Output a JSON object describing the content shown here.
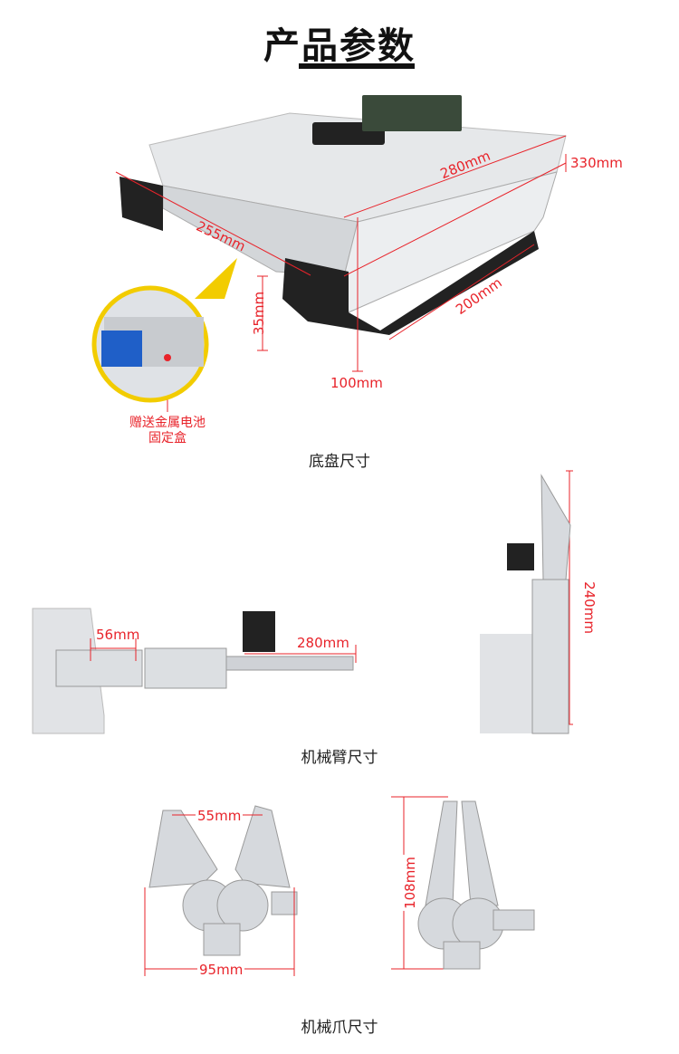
{
  "title": "产品参数",
  "chassis": {
    "dims": {
      "length_top": "280mm",
      "width": "330mm",
      "front": "255mm",
      "track": "200mm",
      "clearance": "35mm",
      "height": "100mm"
    },
    "callout_line1": "赠送金属电池",
    "callout_line2": "固定盒",
    "caption": "底盘尺寸"
  },
  "arm": {
    "dims": {
      "joint": "56mm",
      "length": "280mm",
      "height": "240mm"
    },
    "caption": "机械臂尺寸"
  },
  "claw": {
    "dims": {
      "opening": "55mm",
      "width": "95mm",
      "height": "108mm"
    },
    "caption": "机械爪尺寸"
  },
  "colors": {
    "dimension": "#e8232a",
    "callout": "#f2cc00"
  }
}
